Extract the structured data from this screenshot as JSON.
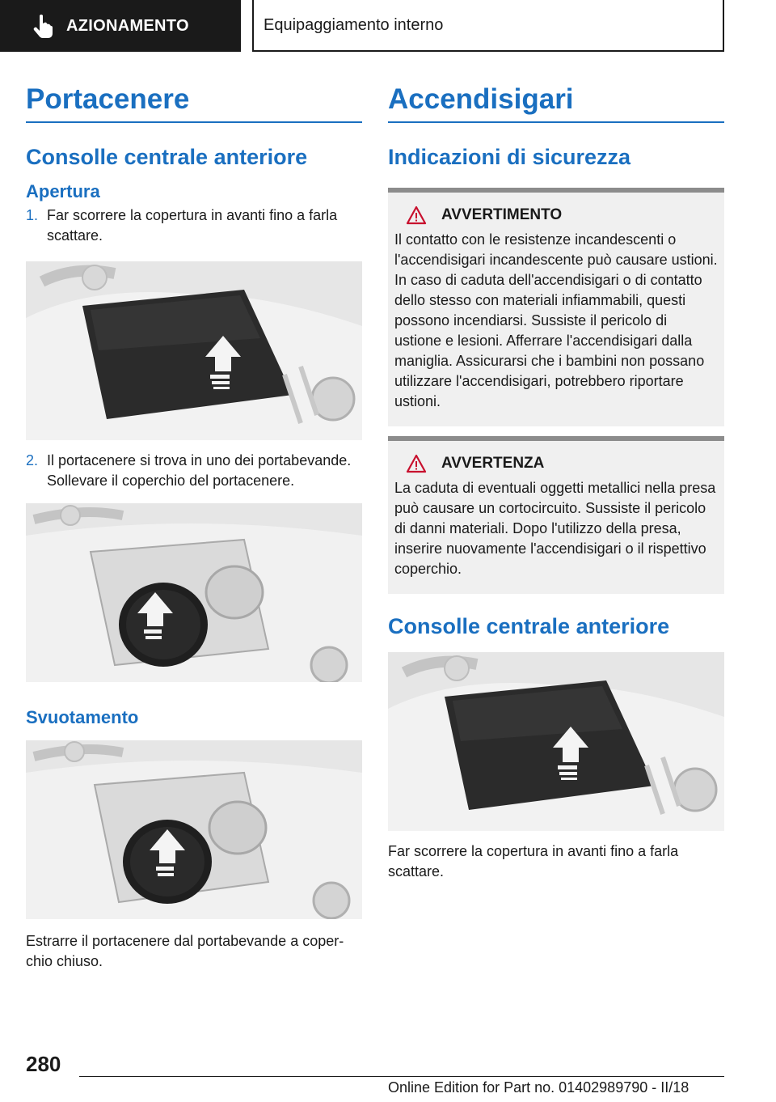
{
  "header": {
    "section_tab": "AZIONAMENTO",
    "subsection": "Equipaggiamento interno"
  },
  "left": {
    "title": "Portacenere",
    "heading": "Consolle centrale anteriore",
    "opening_heading": "Apertura",
    "steps": [
      {
        "num": "1.",
        "text": "Far scorrere la copertura in avanti fino a farla scattare."
      },
      {
        "num": "2.",
        "text": "Il portacenere si trova in uno dei portabe­vande. Sollevare il coperchio del portacenere."
      }
    ],
    "empty_heading": "Svuotamento",
    "empty_text": "Estrarre il portacenere dal portabevande a coper­chio chiuso."
  },
  "right": {
    "title": "Accendisigari",
    "safety_heading": "Indicazioni di sicurezza",
    "warnings": [
      {
        "label": "AVVERTIMENTO",
        "text": "Il contatto con le resistenze incandescenti o l'accendisigari incandescente può causare ustioni. In caso di caduta dell'accendisigari o di contatto dello stesso con materiali infiammabili, questi possono incendiarsi. Sussiste il pericolo di ustione e lesioni. Afferrare l'accendisigari dalla maniglia. Assicurarsi che i bambini non possano utilizzare l'accendisigari, potrebbero ri­portare ustioni."
      },
      {
        "label": "AVVERTENZA",
        "text": "La caduta di eventuali oggetti metallici nella presa può causare un cortocircuito. Sussiste il pericolo di danni materiali. Dopo l'utilizzo della presa, inserire nuovamente l'accendisigari o il rispettivo coperchio."
      }
    ],
    "console_heading": "Consolle centrale anteriore",
    "console_text": "Far scorrere la copertura in avanti fino a farla scattare."
  },
  "footer": {
    "page": "280",
    "edition": "Online Edition for Part no. 01402989790 - II/18"
  },
  "colors": {
    "accent": "#1a6fc0",
    "dark": "#1a1a1a",
    "warn_bg": "#f0f0f0",
    "warn_bar": "#8c8c8c",
    "warn_icon": "#c8102e"
  },
  "icons": {
    "header": "pointing-hand-icon",
    "warning": "warning-triangle-icon"
  }
}
